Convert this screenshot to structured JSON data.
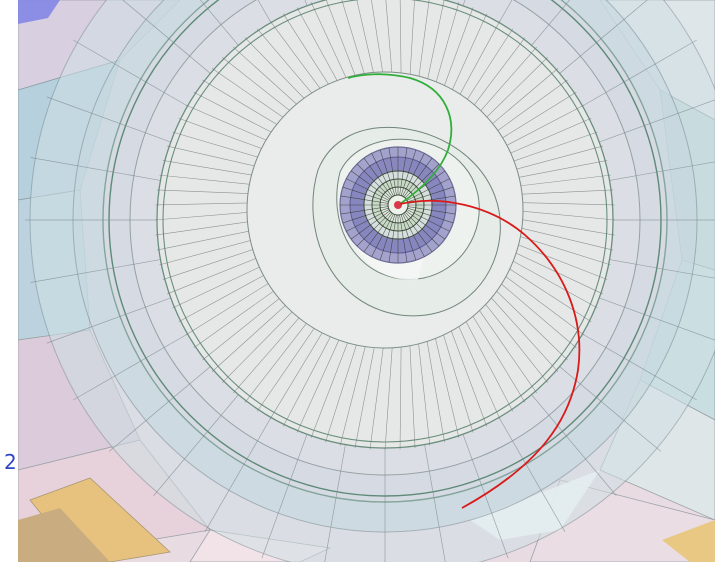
{
  "scene": {
    "kind": "event-display-end-view",
    "tracks": [
      {
        "name": "green-track",
        "color": "#2fae3a"
      },
      {
        "name": "red-track",
        "color": "#d91a1a"
      }
    ],
    "palette": {
      "background_outer": "#e8d7df",
      "calorimeter_blue": "#b9d4dc",
      "calorimeter_pink": "#e9cdd8",
      "calorimeter_gold": "#e8c884",
      "tracker_fill": "#e7ece9",
      "inner_ring": "#5b5a93",
      "vertex": "#d73a4a"
    }
  },
  "side_label": "2"
}
